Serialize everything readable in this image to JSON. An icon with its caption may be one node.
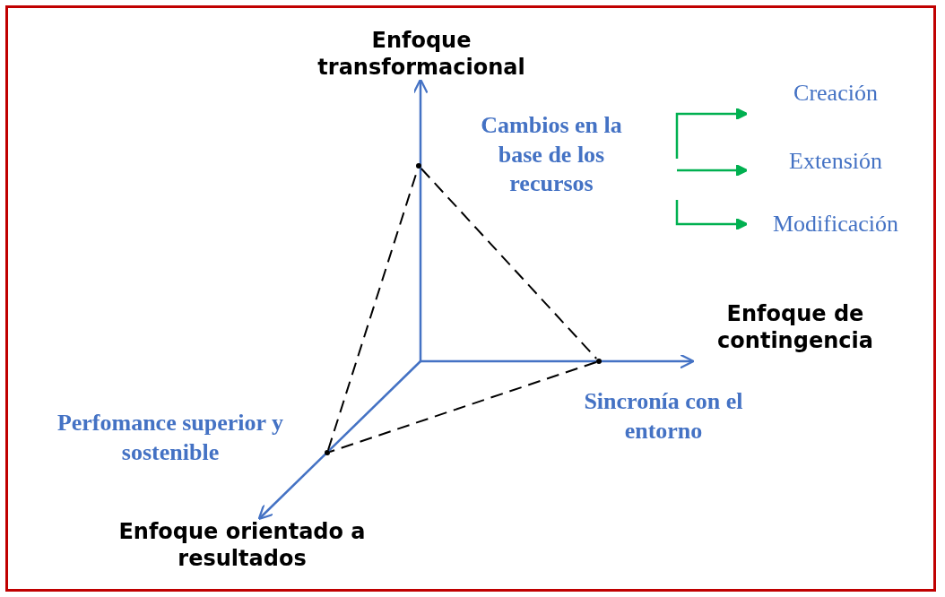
{
  "diagram": {
    "nodes": [
      {
        "text": [
          "Enfoque transformacional"
        ]
      },
      {
        "text": [
          "Enfoque de contingencia"
        ]
      },
      {
        "text": [
          "Enfoque orientado a resultados"
        ]
      },
      {
        "text": [
          "Cambios en la base de los recursos"
        ]
      },
      {
        "text": [
          "Sincronía con el entorno"
        ]
      },
      {
        "text": [
          "Perfomance superior y sostenible"
        ]
      },
      {
        "text": [
          "Creación"
        ]
      },
      {
        "text": [
          "Extensión"
        ]
      },
      {
        "text": [
          "Modificación"
        ]
      },
      {
        "text": [],
        "shape": "point"
      },
      {
        "text": [],
        "shape": "point"
      },
      {
        "text": [],
        "shape": "point"
      }
    ],
    "edges": [
      {
        "from": null,
        "to": 0,
        "arrow": "to",
        "color": "#4472c4"
      },
      {
        "from": null,
        "to": 1,
        "arrow": "to",
        "color": "#4472c4"
      },
      {
        "from": null,
        "to": 2,
        "arrow": "to",
        "color": "#4472c4"
      },
      {
        "from": 9,
        "to": 10,
        "arrow": "none",
        "style": "dashed",
        "color": "#000000"
      },
      {
        "from": 10,
        "to": 11,
        "arrow": "none",
        "style": "dashed",
        "color": "#000000"
      },
      {
        "from": 11,
        "to": 9,
        "arrow": "none",
        "style": "dashed",
        "color": "#000000"
      },
      {
        "from": null,
        "to": 6,
        "arrow": "to",
        "color": "#00b050"
      },
      {
        "from": null,
        "to": 7,
        "arrow": "to",
        "color": "#00b050"
      },
      {
        "from": null,
        "to": 8,
        "arrow": "to",
        "color": "#00b050"
      }
    ]
  }
}
